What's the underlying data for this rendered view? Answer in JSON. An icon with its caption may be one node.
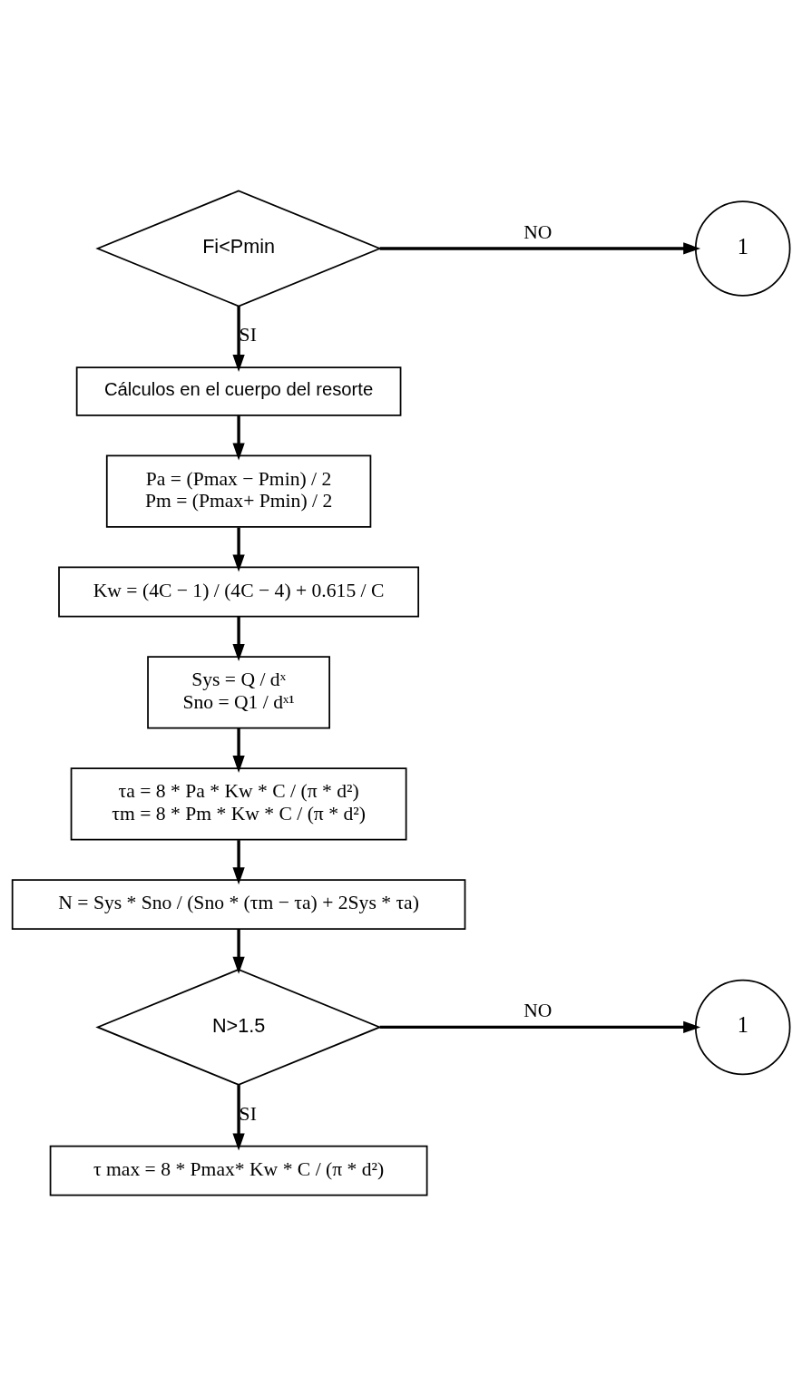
{
  "diagram": {
    "nodes": [
      {
        "text": [
          "Fi<Pmin"
        ]
      },
      {
        "text": [
          "1"
        ]
      },
      {
        "text": [
          "Cálculos en el cuerpo del resorte"
        ]
      },
      {
        "text": [
          "Pa = (Pmax − Pmin) / 2",
          "Pm = (Pmax+ Pmin) / 2"
        ]
      },
      {
        "text": [
          "Kw = (4C − 1) / (4C − 4) + 0.615 / C"
        ]
      },
      {
        "text": [
          "Sys = Q / dˣ",
          "Sno = Q1 / dˣ¹"
        ]
      },
      {
        "text": [
          "τa = 8 * Pa * Kw * C / (π * d²)",
          "τm = 8 * Pm * Kw * C / (π * d²)"
        ]
      },
      {
        "text": [
          "N = Sys * Sno / (Sno * (τm − τa) + 2Sys * τa)"
        ]
      },
      {
        "text": [
          "N>1.5"
        ]
      },
      {
        "text": [
          "1"
        ]
      },
      {
        "text": [
          "τ max = 8 * Pmax* Kw * C / (π * d²)"
        ]
      }
    ],
    "edges": [
      {
        "from": 0,
        "to": 1,
        "arrow": "to",
        "label": "NO"
      },
      {
        "from": 0,
        "to": 2,
        "arrow": "to",
        "label": "SI"
      },
      {
        "from": 2,
        "to": 3,
        "arrow": "to"
      },
      {
        "from": 3,
        "to": 4,
        "arrow": "to"
      },
      {
        "from": 4,
        "to": 5,
        "arrow": "to"
      },
      {
        "from": 5,
        "to": 6,
        "arrow": "to"
      },
      {
        "from": 6,
        "to": 7,
        "arrow": "to"
      },
      {
        "from": 7,
        "to": 8,
        "arrow": "to"
      },
      {
        "from": 8,
        "to": 9,
        "arrow": "to",
        "label": "NO"
      },
      {
        "from": 8,
        "to": 10,
        "arrow": "to",
        "label": "SI"
      }
    ]
  }
}
